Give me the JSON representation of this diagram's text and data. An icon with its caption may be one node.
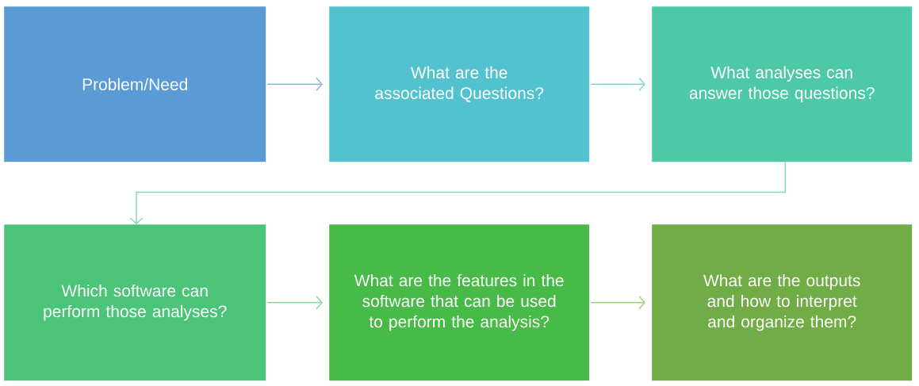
{
  "diagram": {
    "nodes": [
      {
        "text": [
          "Problem/Need"
        ]
      },
      {
        "text": [
          "What are the associated Questions?"
        ]
      },
      {
        "text": [
          "What analyses can answer those questions?"
        ]
      },
      {
        "text": [
          "Which software can perform those analyses?"
        ]
      },
      {
        "text": [
          "What are the features in the software that can be used to perform the analysis?"
        ]
      },
      {
        "text": [
          "What are the outputs and how to interpret and organize them?"
        ]
      }
    ],
    "edges": [
      {
        "from": 0,
        "to": 1,
        "arrow": "to",
        "color": "#8fb4e3"
      },
      {
        "from": 1,
        "to": 2,
        "arrow": "to",
        "color": "#7fd6d8"
      },
      {
        "from": 2,
        "to": 3,
        "arrow": "to",
        "color": "#7fdcb8"
      },
      {
        "from": 3,
        "to": 4,
        "arrow": "to",
        "color": "#8cdc9f"
      },
      {
        "from": 4,
        "to": 5,
        "arrow": "to",
        "color": "#9ad57a"
      }
    ]
  }
}
